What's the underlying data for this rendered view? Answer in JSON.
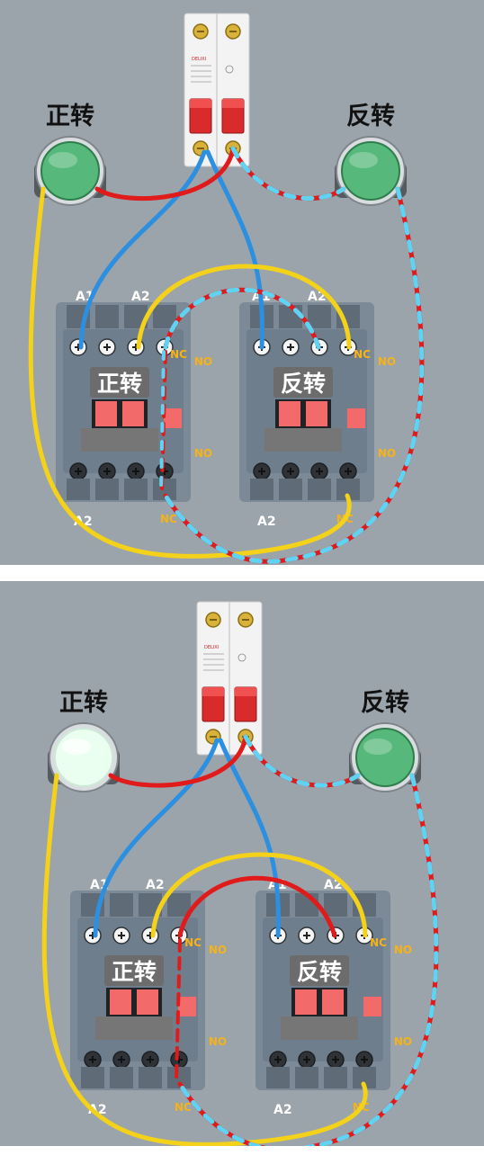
{
  "panels": [
    {
      "id": "top",
      "button_left_label": "正转",
      "button_right_label": "反转",
      "button_left_state": "off",
      "button_right_state": "off",
      "contactor_left_label": "正转",
      "contactor_right_label": "反转",
      "terminals": {
        "a1": "A1",
        "a2": "A2",
        "nc": "NC",
        "no": "NO"
      },
      "breaker_brand": "DELIXI"
    },
    {
      "id": "bottom",
      "button_left_label": "正转",
      "button_right_label": "反转",
      "button_left_state": "pressed",
      "button_right_state": "off",
      "contactor_left_label": "正转",
      "contactor_right_label": "反转",
      "terminals": {
        "a1": "A1",
        "a2": "A2",
        "nc": "NC",
        "no": "NO"
      },
      "breaker_brand": "DELIXI"
    }
  ],
  "colors": {
    "background": "#9ba4ab",
    "contactor_body": "#6f7e8d",
    "button_green": "#56b87a",
    "button_lit": "#eafff0",
    "wire_red": "#e01b1b",
    "wire_blue": "#2c8fe0",
    "wire_yellow": "#f5d21a",
    "wire_cyan": "#5fd3f3",
    "label_orange": "#f6b318"
  }
}
